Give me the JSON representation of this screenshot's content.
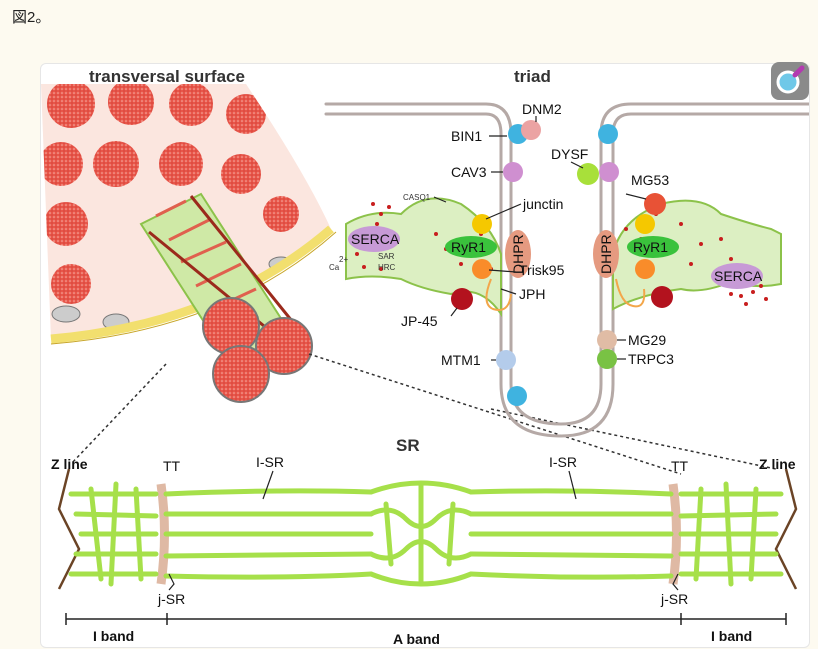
{
  "caption": "図2。",
  "titles": {
    "transversal": "transversal surface",
    "triad": "triad",
    "sr": "SR"
  },
  "proteins": {
    "bin1": "BIN1",
    "dnm2": "DNM2",
    "cav3": "CAV3",
    "dysf": "DYSF",
    "casq1": "CASQ1",
    "junctin": "junctin",
    "mg53": "MG53",
    "serca": "SERCA",
    "ryr1": "RyR1",
    "dhpr": "DHPR",
    "trisk95": "Trisk95",
    "jph": "JPH",
    "jp45": "JP-45",
    "sar": "SAR",
    "hrc": "HRC",
    "ca": "Ca",
    "ca_charge": "2+",
    "mtm1": "MTM1",
    "mg29": "MG29",
    "trpc3": "TRPC3"
  },
  "sr_labels": {
    "zline": "Z line",
    "tt": "TT",
    "isr": "I-SR",
    "jsr": "j-SR",
    "iband": "I band",
    "aband": "A band"
  },
  "colors": {
    "membrane": "#b5a9a6",
    "sr_green": "#a6e04a",
    "sr_fill": "#dcefc2",
    "muscle_red": "#e8564a",
    "bin1": "#3fb3e0",
    "dnm2": "#eba3a3",
    "cav3": "#cf8fd0",
    "dysf": "#a8e03a",
    "junctin": "#f5c800",
    "mg53": "#e85236",
    "serca": "#c79ad6",
    "ryr1": "#3ac23c",
    "dhpr": "#e59a80",
    "trisk95": "#f98c2a",
    "jp45": "#b3121e",
    "mtm1": "#b4cceb",
    "mg29": "#e0bca5",
    "trpc3": "#79c244"
  },
  "icons": [
    "magnifier-icon"
  ]
}
